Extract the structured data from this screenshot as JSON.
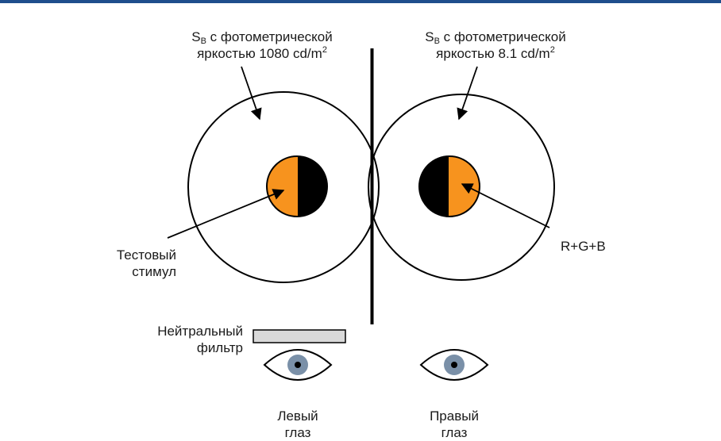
{
  "colors": {
    "top_rule": "#1f4e8c",
    "stimulus_half": "#f7931e",
    "dark_half": "#000000",
    "filter_fill": "#d9d9d9",
    "iris": "#7a90a8"
  },
  "left_field": {
    "label_s": "S",
    "label_sub": "B",
    "label_line1_rest": " с фотометрической",
    "label_line2": "яркостью 1080 cd/m",
    "label_sup": "2"
  },
  "right_field": {
    "label_s": "S",
    "label_sub": "B",
    "label_line1_rest": " с фотометрической",
    "label_line2": "яркостью 8.1 cd/m",
    "label_sup": "2"
  },
  "test_stimulus": {
    "line1": "Тестовый",
    "line2": "стимул"
  },
  "mix": {
    "label": "R+G+B"
  },
  "filter": {
    "line1": "Нейтральный",
    "line2": "фильтр"
  },
  "left_eye": {
    "line1": "Левый",
    "line2": "глаз"
  },
  "right_eye": {
    "line1": "Правый",
    "line2": "глаз"
  }
}
